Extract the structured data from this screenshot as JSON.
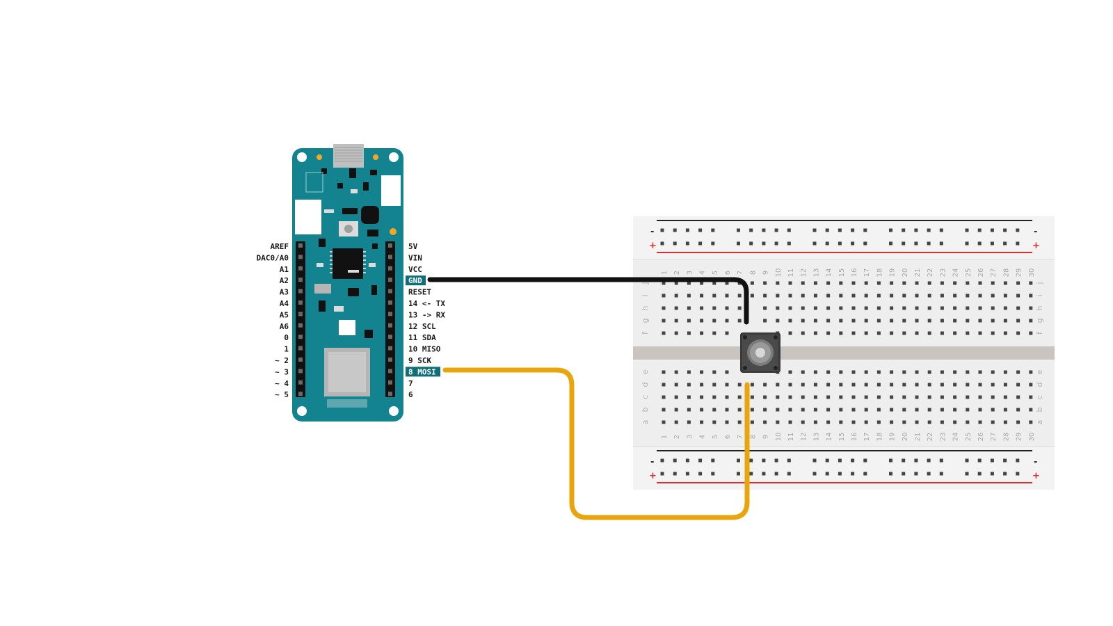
{
  "board": {
    "left_pins": [
      "AREF",
      "DAC0/A0",
      "A1",
      "A2",
      "A3",
      "A4",
      "A5",
      "A6",
      "0",
      "1",
      "~ 2",
      "~ 3",
      "~ 4",
      "~ 5"
    ],
    "right_pins": [
      "5V",
      "VIN",
      "VCC",
      "GND",
      "RESET",
      "14 <- TX",
      "13 -> RX",
      "12 SCL",
      "11 SDA",
      "10 MISO",
      "9 SCK",
      "8 MOSI",
      "7",
      "6"
    ],
    "highlighted_pins": [
      "GND",
      "8 MOSI"
    ],
    "colors": {
      "pcb": "#13848f",
      "highlight": "#0f6e78"
    }
  },
  "breadboard": {
    "columns": [
      "1",
      "2",
      "3",
      "4",
      "5",
      "6",
      "7",
      "8",
      "9",
      "10",
      "11",
      "12",
      "13",
      "14",
      "15",
      "16",
      "17",
      "18",
      "19",
      "20",
      "21",
      "22",
      "23",
      "24",
      "25",
      "26",
      "27",
      "28",
      "29",
      "30"
    ],
    "top_rows": [
      "j",
      "i",
      "h",
      "g",
      "f"
    ],
    "bottom_rows": [
      "e",
      "d",
      "c",
      "b",
      "a"
    ],
    "rail_minus": "-",
    "rail_plus": "+",
    "colors": {
      "body": "#eeeeee",
      "hole": "#444444",
      "rail_red": "#e32b2b",
      "rail_black": "#222222"
    }
  },
  "wires": [
    {
      "name": "gnd-wire",
      "from": "GND",
      "to": "pushbutton",
      "color": "#111111"
    },
    {
      "name": "mosi-wire",
      "from": "8 MOSI",
      "to": "pushbutton",
      "color": "#e8a60c"
    }
  ],
  "components": {
    "button": "pushbutton"
  }
}
